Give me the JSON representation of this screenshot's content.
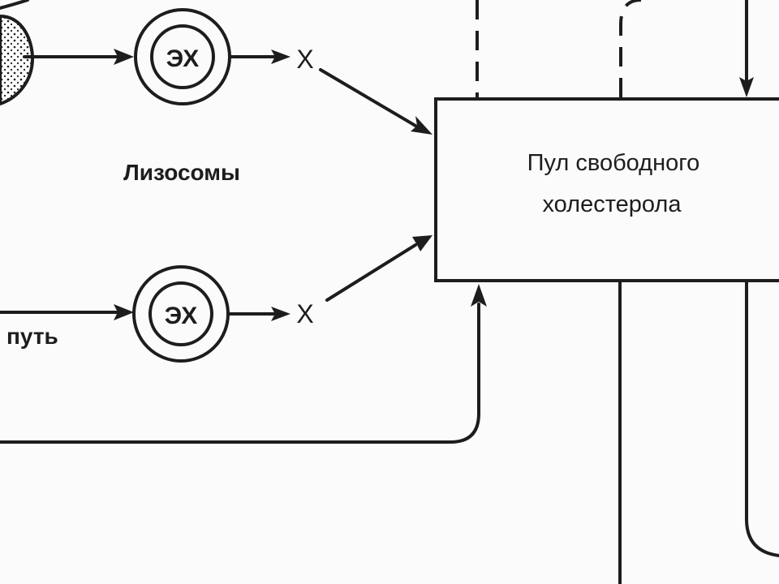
{
  "diagram": {
    "lysosomes_label": "Лизосомы",
    "pathway_label_fragment": "путь",
    "box_line1": "Пул свободного",
    "box_line2": "холестерола",
    "enzyme_top": "ЭХ",
    "enzyme_bottom": "ЭХ",
    "product_top": "X",
    "product_bottom": "X"
  },
  "colors": {
    "ink": "#1d1d1d",
    "background": "#fbfbfb"
  }
}
